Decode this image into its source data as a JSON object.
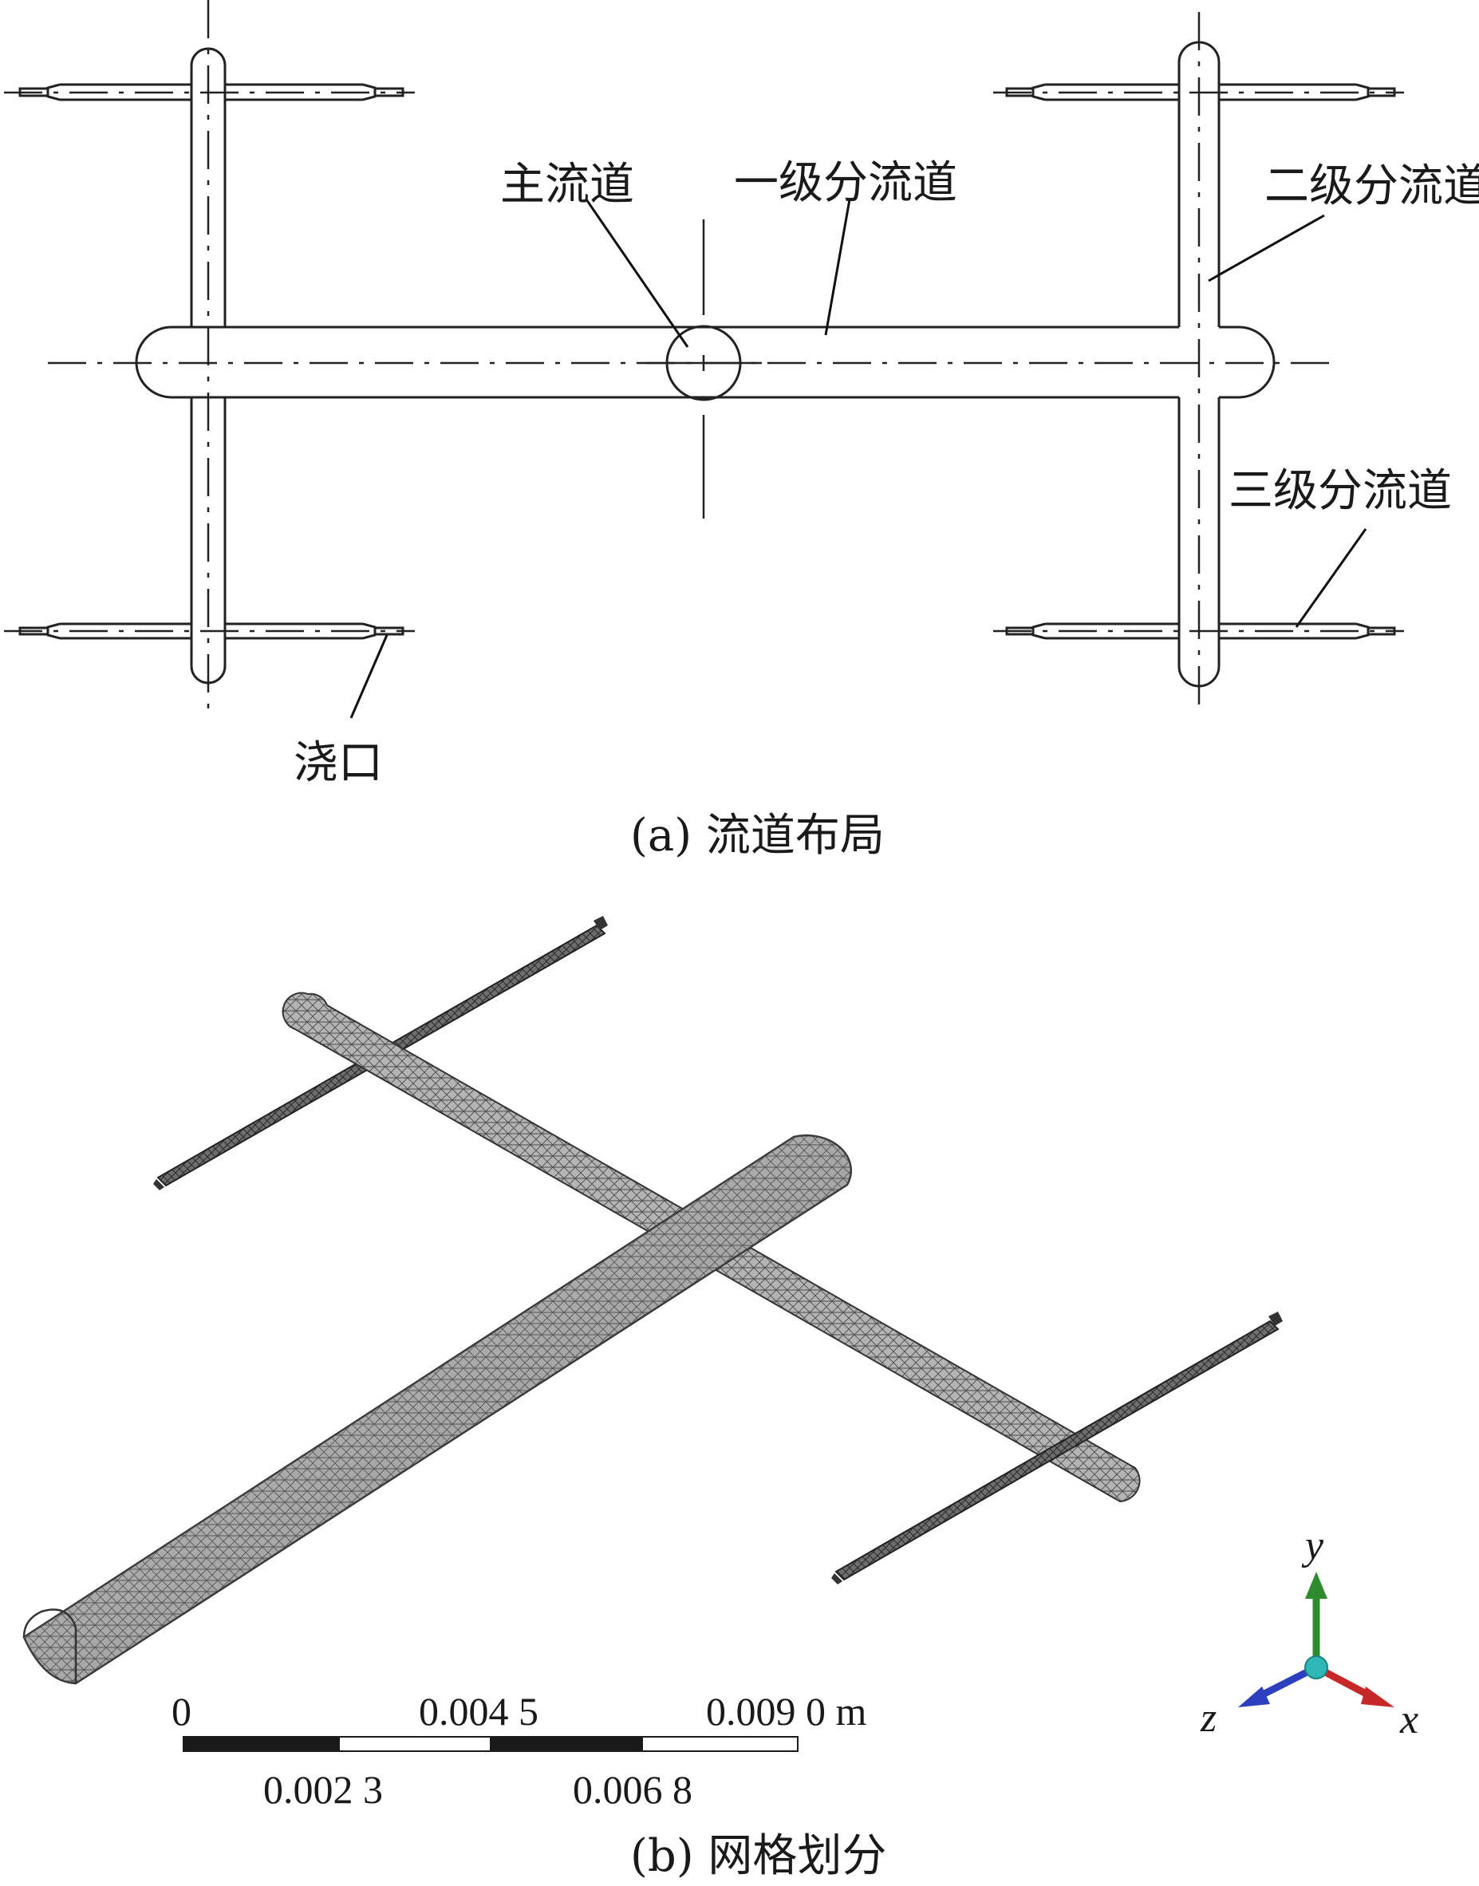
{
  "panel_a": {
    "caption": "(a) 流道布局",
    "labels": {
      "main_runner": "主流道",
      "primary_runner": "一级分流道",
      "secondary_runner": "二级分流道",
      "tertiary_runner": "三级分流道",
      "gate": "浇口"
    }
  },
  "panel_b": {
    "caption": "(b) 网格划分",
    "scale_bar": {
      "top_labels": [
        "0",
        "0.004 5",
        "0.009 0 m"
      ],
      "bottom_labels": [
        "0.002 3",
        "0.006 8"
      ]
    },
    "axes": {
      "y": "y",
      "z": "z",
      "x": "x"
    },
    "colors": {
      "mesh": "#a9a9a9",
      "y_axis": "#2e8b2e",
      "z_axis": "#2b3fbf",
      "x_axis": "#c62828",
      "origin": "#2fb7b7"
    }
  }
}
